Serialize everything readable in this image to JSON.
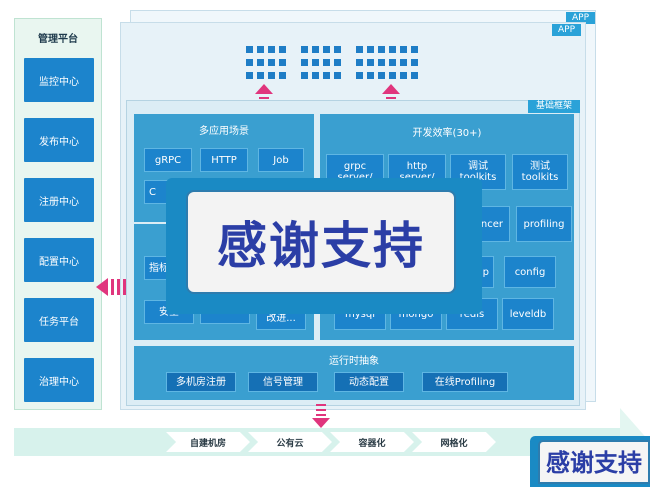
{
  "management": {
    "title": "管理平台",
    "items": [
      "监控中心",
      "发布中心",
      "注册中心",
      "配置中心",
      "任务平台",
      "治理中心"
    ]
  },
  "app_tags": [
    "APP",
    "APP"
  ],
  "framework": {
    "tag": "基础框架",
    "scenarios": {
      "title": "多应用场景",
      "row1": [
        "gRPC",
        "HTTP",
        "Job"
      ],
      "row2_partial": [
        "C"
      ],
      "row3_partial": [
        "指标"
      ],
      "row4_partial": [
        "安全",
        "",
        "改进..."
      ]
    },
    "efficiency": {
      "title": "开发效率(30+)",
      "row1": [
        "grpc\nserver/",
        "http\nserver/",
        "调试\ntoolkits",
        "测试\ntoolkits"
      ],
      "row2": [
        "ncer",
        "profiling"
      ],
      "row3": [
        "p",
        "config"
      ],
      "row4": [
        "mysql",
        "mongo",
        "redis",
        "leveldb"
      ]
    },
    "runtime": {
      "title": "运行时抽象",
      "items": [
        "多机房注册",
        "信号管理",
        "动态配置",
        "在线Profiling"
      ]
    }
  },
  "infra": [
    "自建机房",
    "公有云",
    "容器化",
    "网格化"
  ],
  "overlay_text": "感谢支持",
  "corner_text": "感谢支持",
  "colors": {
    "primary": "#1c84cc",
    "panel": "#3a9fd0",
    "arrow": "#e0357d"
  }
}
